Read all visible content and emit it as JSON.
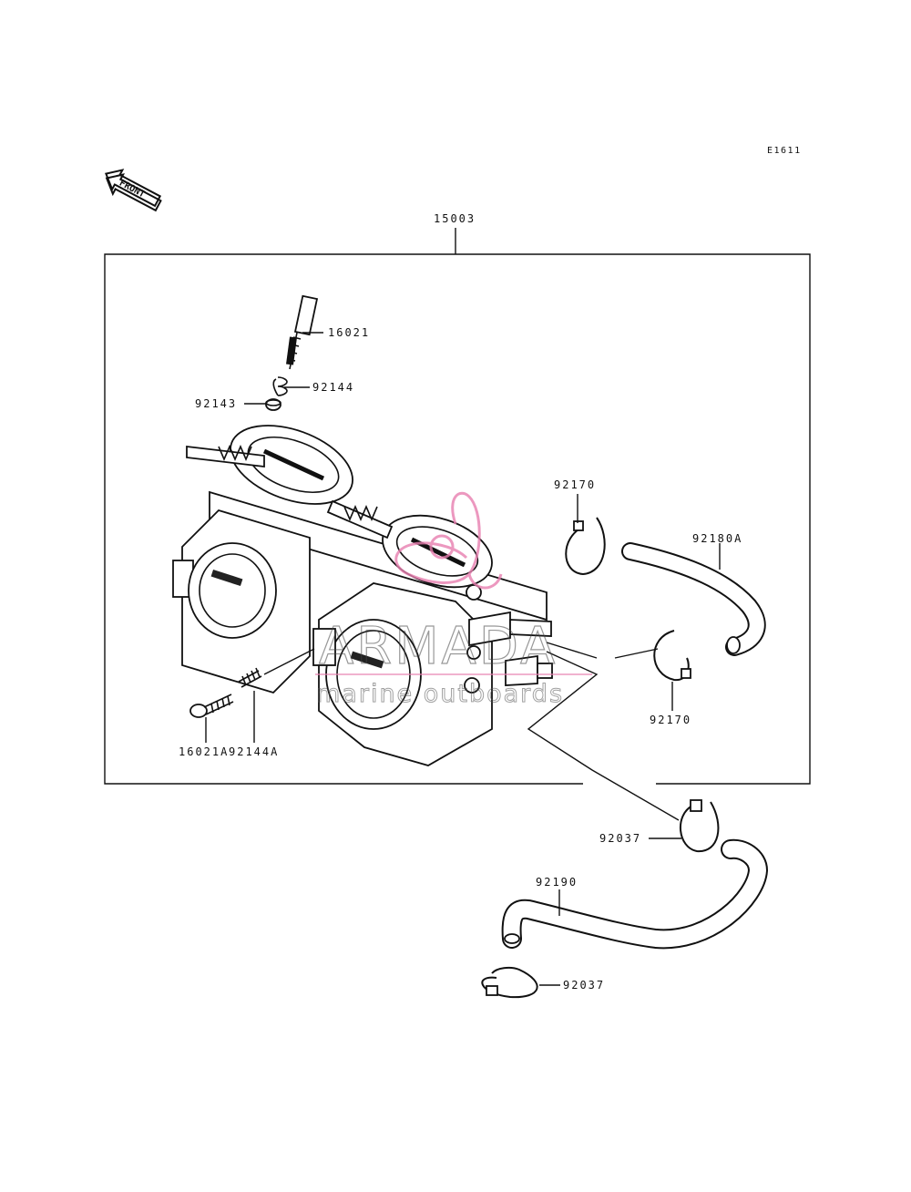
{
  "diagram_code": "E1611",
  "front_arrow_label": "FRONT",
  "assembly_label": "15003",
  "parts": {
    "p16021": "16021",
    "p92144": "92144",
    "p92143": "92143",
    "p16021A": "16021A",
    "p92144A": "92144A",
    "p92170_top": "92170",
    "p92180A": "92180A",
    "p92170_bottom": "92170",
    "p92037_top": "92037",
    "p92190": "92190",
    "p92037_bottom": "92037"
  },
  "watermark": {
    "brand": "ARMADA",
    "tagline": "marine outboards",
    "accent_color": "#e87fb0"
  }
}
